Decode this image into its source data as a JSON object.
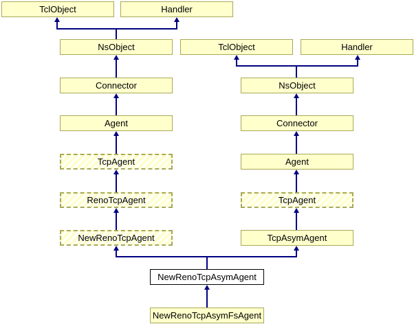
{
  "diagram": {
    "kind": "class-inheritance-diagram",
    "nodes": {
      "left_chain": [
        {
          "label": "TclObject",
          "style": "solid"
        },
        {
          "label": "Handler",
          "style": "solid"
        },
        {
          "label": "NsObject",
          "style": "solid"
        },
        {
          "label": "Connector",
          "style": "solid"
        },
        {
          "label": "Agent",
          "style": "solid"
        },
        {
          "label": "TcpAgent",
          "style": "hatched"
        },
        {
          "label": "RenoTcpAgent",
          "style": "hatched"
        },
        {
          "label": "NewRenoTcpAgent",
          "style": "hatched"
        }
      ],
      "right_chain": [
        {
          "label": "TclObject",
          "style": "solid"
        },
        {
          "label": "Handler",
          "style": "solid"
        },
        {
          "label": "NsObject",
          "style": "solid"
        },
        {
          "label": "Connector",
          "style": "solid"
        },
        {
          "label": "Agent",
          "style": "solid"
        },
        {
          "label": "TcpAgent",
          "style": "hatched"
        },
        {
          "label": "TcpAsymAgent",
          "style": "solid"
        }
      ],
      "merge_chain": [
        {
          "label": "NewRenoTcpAsymAgent",
          "style": "current"
        },
        {
          "label": "NewRenoTcpAsymFsAgent",
          "style": "solid"
        }
      ]
    },
    "edges": [
      {
        "from": "NsObject",
        "to": "TclObject",
        "column": "left"
      },
      {
        "from": "NsObject",
        "to": "Handler",
        "column": "left"
      },
      {
        "from": "Connector",
        "to": "NsObject",
        "column": "left"
      },
      {
        "from": "Agent",
        "to": "Connector",
        "column": "left"
      },
      {
        "from": "TcpAgent",
        "to": "Agent",
        "column": "left"
      },
      {
        "from": "RenoTcpAgent",
        "to": "TcpAgent",
        "column": "left"
      },
      {
        "from": "NewRenoTcpAgent",
        "to": "RenoTcpAgent",
        "column": "left"
      },
      {
        "from": "NsObject",
        "to": "TclObject",
        "column": "right"
      },
      {
        "from": "NsObject",
        "to": "Handler",
        "column": "right"
      },
      {
        "from": "Connector",
        "to": "NsObject",
        "column": "right"
      },
      {
        "from": "Agent",
        "to": "Connector",
        "column": "right"
      },
      {
        "from": "TcpAgent",
        "to": "Agent",
        "column": "right"
      },
      {
        "from": "TcpAsymAgent",
        "to": "TcpAgent",
        "column": "right"
      },
      {
        "from": "NewRenoTcpAsymAgent",
        "to": "NewRenoTcpAgent",
        "column": "merge"
      },
      {
        "from": "NewRenoTcpAsymAgent",
        "to": "TcpAsymAgent",
        "column": "merge"
      },
      {
        "from": "NewRenoTcpAsymFsAgent",
        "to": "NewRenoTcpAsymAgent",
        "column": "merge"
      }
    ]
  },
  "colors": {
    "background": "#ffffff",
    "node_fill": "#ffffcc",
    "node_border": "#a8a858",
    "current_fill": "#ffffff",
    "current_border": "#000000",
    "edge": "#000080"
  }
}
